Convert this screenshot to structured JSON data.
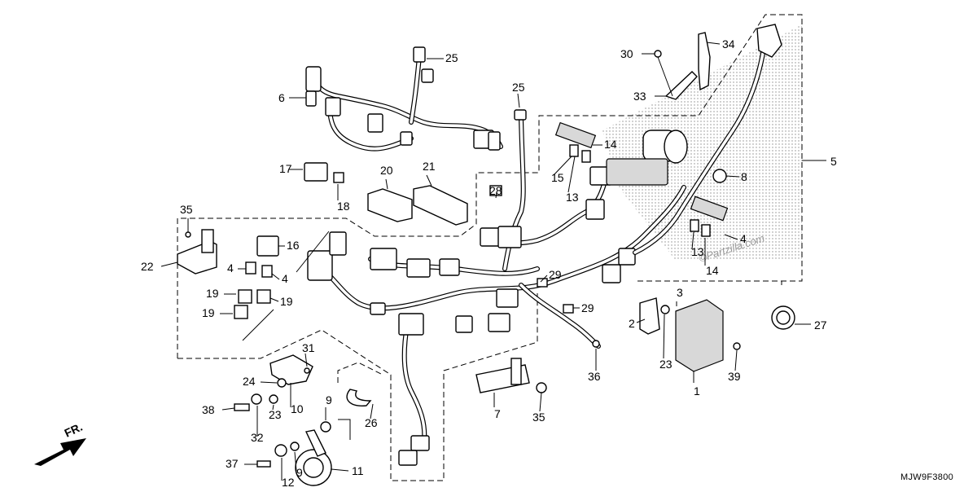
{
  "diagram_code": "MJW9F3800",
  "direction_label": "FR.",
  "watermark": "©Partzilla.com",
  "callouts": [
    "1",
    "2",
    "3",
    "4",
    "4",
    "4",
    "5",
    "6",
    "7",
    "8",
    "9",
    "9",
    "10",
    "11",
    "12",
    "13",
    "13",
    "14",
    "14",
    "15",
    "16",
    "17",
    "18",
    "19",
    "19",
    "19",
    "20",
    "21",
    "22",
    "23",
    "23",
    "24",
    "25",
    "25",
    "26",
    "27",
    "28",
    "29",
    "29",
    "30",
    "31",
    "32",
    "33",
    "34",
    "35",
    "35",
    "36",
    "37",
    "38",
    "39"
  ]
}
